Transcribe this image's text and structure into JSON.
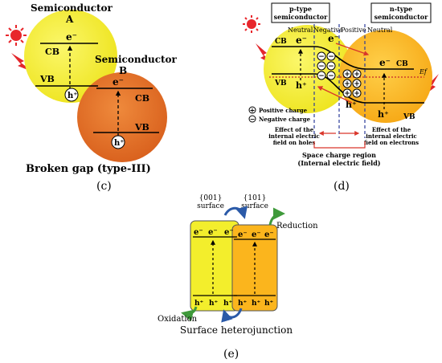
{
  "panel_c": {
    "label": "(c)",
    "semiconductor_a_title": "Semiconductor",
    "semiconductor_a_letter": "A",
    "semiconductor_b_title": "Semiconductor",
    "semiconductor_b_letter": "B",
    "cb_label": "CB",
    "vb_label": "VB",
    "electron": "e⁻",
    "hole": "h⁺",
    "caption": "Broken gap (type-III)"
  },
  "panel_d": {
    "label": "(d)",
    "p_type_box": [
      "p-type",
      "semiconductor"
    ],
    "n_type_box": [
      "n-type",
      "semiconductor"
    ],
    "regions": [
      "Neutral",
      "Negative",
      "Positive",
      "Neutral"
    ],
    "cb_label": "CB",
    "vb_label": "VB",
    "fermi_label": "Ef",
    "electron": "e⁻",
    "hole": "h⁺",
    "legend_positive": "Positive charge",
    "legend_negative": "Negative charge",
    "effect_holes": [
      "Effect of the",
      "internal electric",
      "field on holes"
    ],
    "effect_electrons": [
      "Effect of the",
      "internal electric",
      "field on electrons"
    ],
    "space_charge": [
      "Space charge region",
      "(Internal electric field)"
    ]
  },
  "panel_e": {
    "label": "(e)",
    "surface_001": [
      "{001}",
      "surface"
    ],
    "surface_101": [
      "{101}",
      "surface"
    ],
    "reduction": "Reduction",
    "oxidation": "Oxidation",
    "electron": "e⁻",
    "hole": "h⁺",
    "caption": "Surface heterojunction"
  },
  "colors": {
    "yellow": "#f3ee2c",
    "orange": "#e06c22",
    "light_orange": "#fbb51d",
    "green_arrow": "#3f9a3b",
    "blue_arrow": "#2b5aa8",
    "red_arrow": "#d9362b",
    "sun": "#e8262b"
  }
}
